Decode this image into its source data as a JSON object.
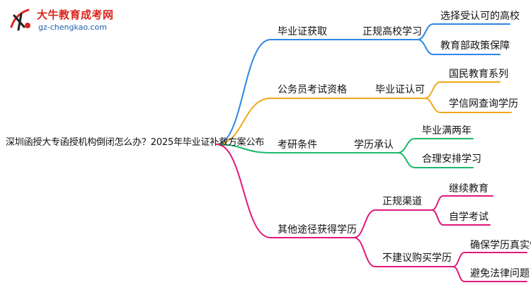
{
  "logo": {
    "title": "大牛教育成考网",
    "url": "gz-chengkao.com"
  },
  "diagram": {
    "root": "深圳函授大专函授机构倒闭怎么办？2025年毕业证补救方案公布",
    "colors": {
      "blue": "#2f86e6",
      "orange": "#f0a81a",
      "green": "#1fb86a",
      "pink": "#e0197a"
    },
    "branches": [
      {
        "label": "毕业证获取",
        "color": "blue",
        "children": [
          {
            "label": "正规高校学习",
            "children": [
              "选择受认可的高校",
              "教育部政策保障"
            ]
          }
        ]
      },
      {
        "label": "公务员考试资格",
        "color": "orange",
        "children": [
          {
            "label": "毕业证认可",
            "children": [
              "国民教育系列",
              "学信网查询学历"
            ]
          }
        ]
      },
      {
        "label": "考研条件",
        "color": "green",
        "children": [
          {
            "label": "学历承认",
            "children": [
              "毕业满两年",
              "合理安排学习"
            ]
          }
        ]
      },
      {
        "label": "其他途径获得学历",
        "color": "pink",
        "children": [
          {
            "label": "正规渠道",
            "children": [
              "继续教育",
              "自学考试"
            ]
          },
          {
            "label": "不建议购买学历",
            "children": [
              "确保学历真实性",
              "避免法律问题"
            ]
          }
        ]
      }
    ]
  }
}
